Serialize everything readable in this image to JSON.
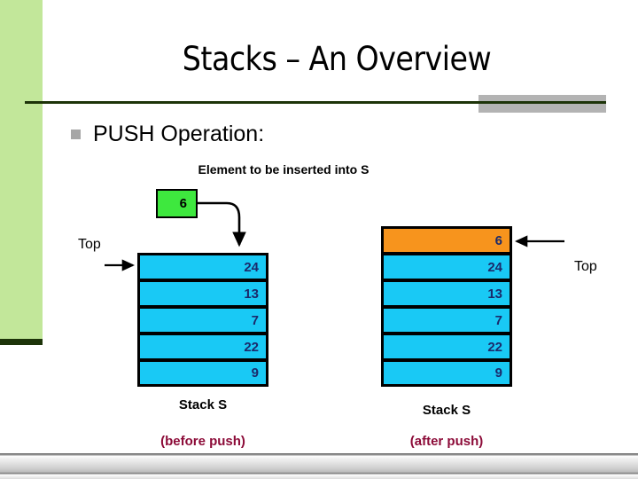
{
  "slide": {
    "title": "Stacks – An Overview",
    "bullet": {
      "marker": "square-bullet-icon",
      "text": "PUSH Operation:"
    },
    "element_caption": "Element to be inserted into S"
  },
  "push_element": {
    "label": "Element to be inserted into S",
    "value": "6",
    "color": "#3ee83e"
  },
  "stack_before": {
    "title": "Stack S",
    "subtitle": "(before push)",
    "top_label": "Top",
    "cells": [
      {
        "value": "24",
        "color": "#19c9f5"
      },
      {
        "value": "13",
        "color": "#19c9f5"
      },
      {
        "value": "7",
        "color": "#19c9f5"
      },
      {
        "value": "22",
        "color": "#19c9f5"
      },
      {
        "value": "9",
        "color": "#19c9f5"
      }
    ]
  },
  "stack_after": {
    "title": "Stack S",
    "subtitle": "(after push)",
    "top_label": "Top",
    "cells": [
      {
        "value": "6",
        "color": "#f7941d"
      },
      {
        "value": "24",
        "color": "#19c9f5"
      },
      {
        "value": "13",
        "color": "#19c9f5"
      },
      {
        "value": "7",
        "color": "#19c9f5"
      },
      {
        "value": "22",
        "color": "#19c9f5"
      },
      {
        "value": "9",
        "color": "#19c9f5"
      }
    ]
  },
  "colors": {
    "accent_green": "#c2e79a",
    "dark_green": "#1d3409",
    "cell_cyan": "#19c9f5",
    "cell_orange": "#f7941d",
    "push_green": "#3ee83e",
    "caption_maroon": "#8c0b38",
    "gray_block": "#b3b3b3",
    "cell_text": "#1b2a6b"
  }
}
